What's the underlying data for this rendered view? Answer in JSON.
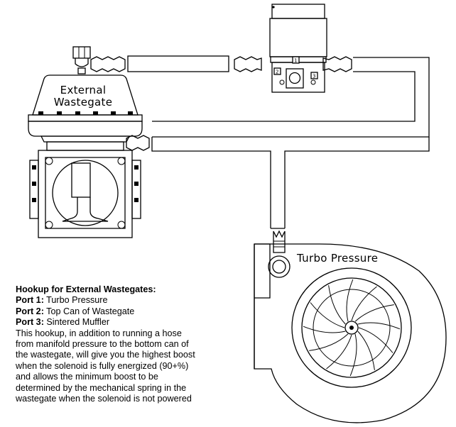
{
  "diagram": {
    "labels": {
      "wastegate_line1": "External",
      "wastegate_line2": "Wastegate",
      "turbo": "Turbo Pressure"
    },
    "solenoid_ports": [
      "1",
      "2",
      "3"
    ]
  },
  "notes": {
    "heading": "Hookup for External Wastegates:",
    "ports": [
      {
        "title": "Port 1:",
        "value": "Turbo Pressure"
      },
      {
        "title": "Port 2:",
        "value": "Top Can of Wastegate"
      },
      {
        "title": "Port 3:",
        "value": "Sintered Muffler"
      }
    ],
    "description_lines": [
      "This hookup, in addition to running a hose",
      "from manifold pressure to the bottom can of",
      "the wastegate, will give you the highest boost",
      "when the solenoid is fully energized (90+%)",
      "and allows the minimum boost to be",
      "determined by the mechanical spring in the",
      "wastegate when the solenoid is not powered"
    ]
  }
}
